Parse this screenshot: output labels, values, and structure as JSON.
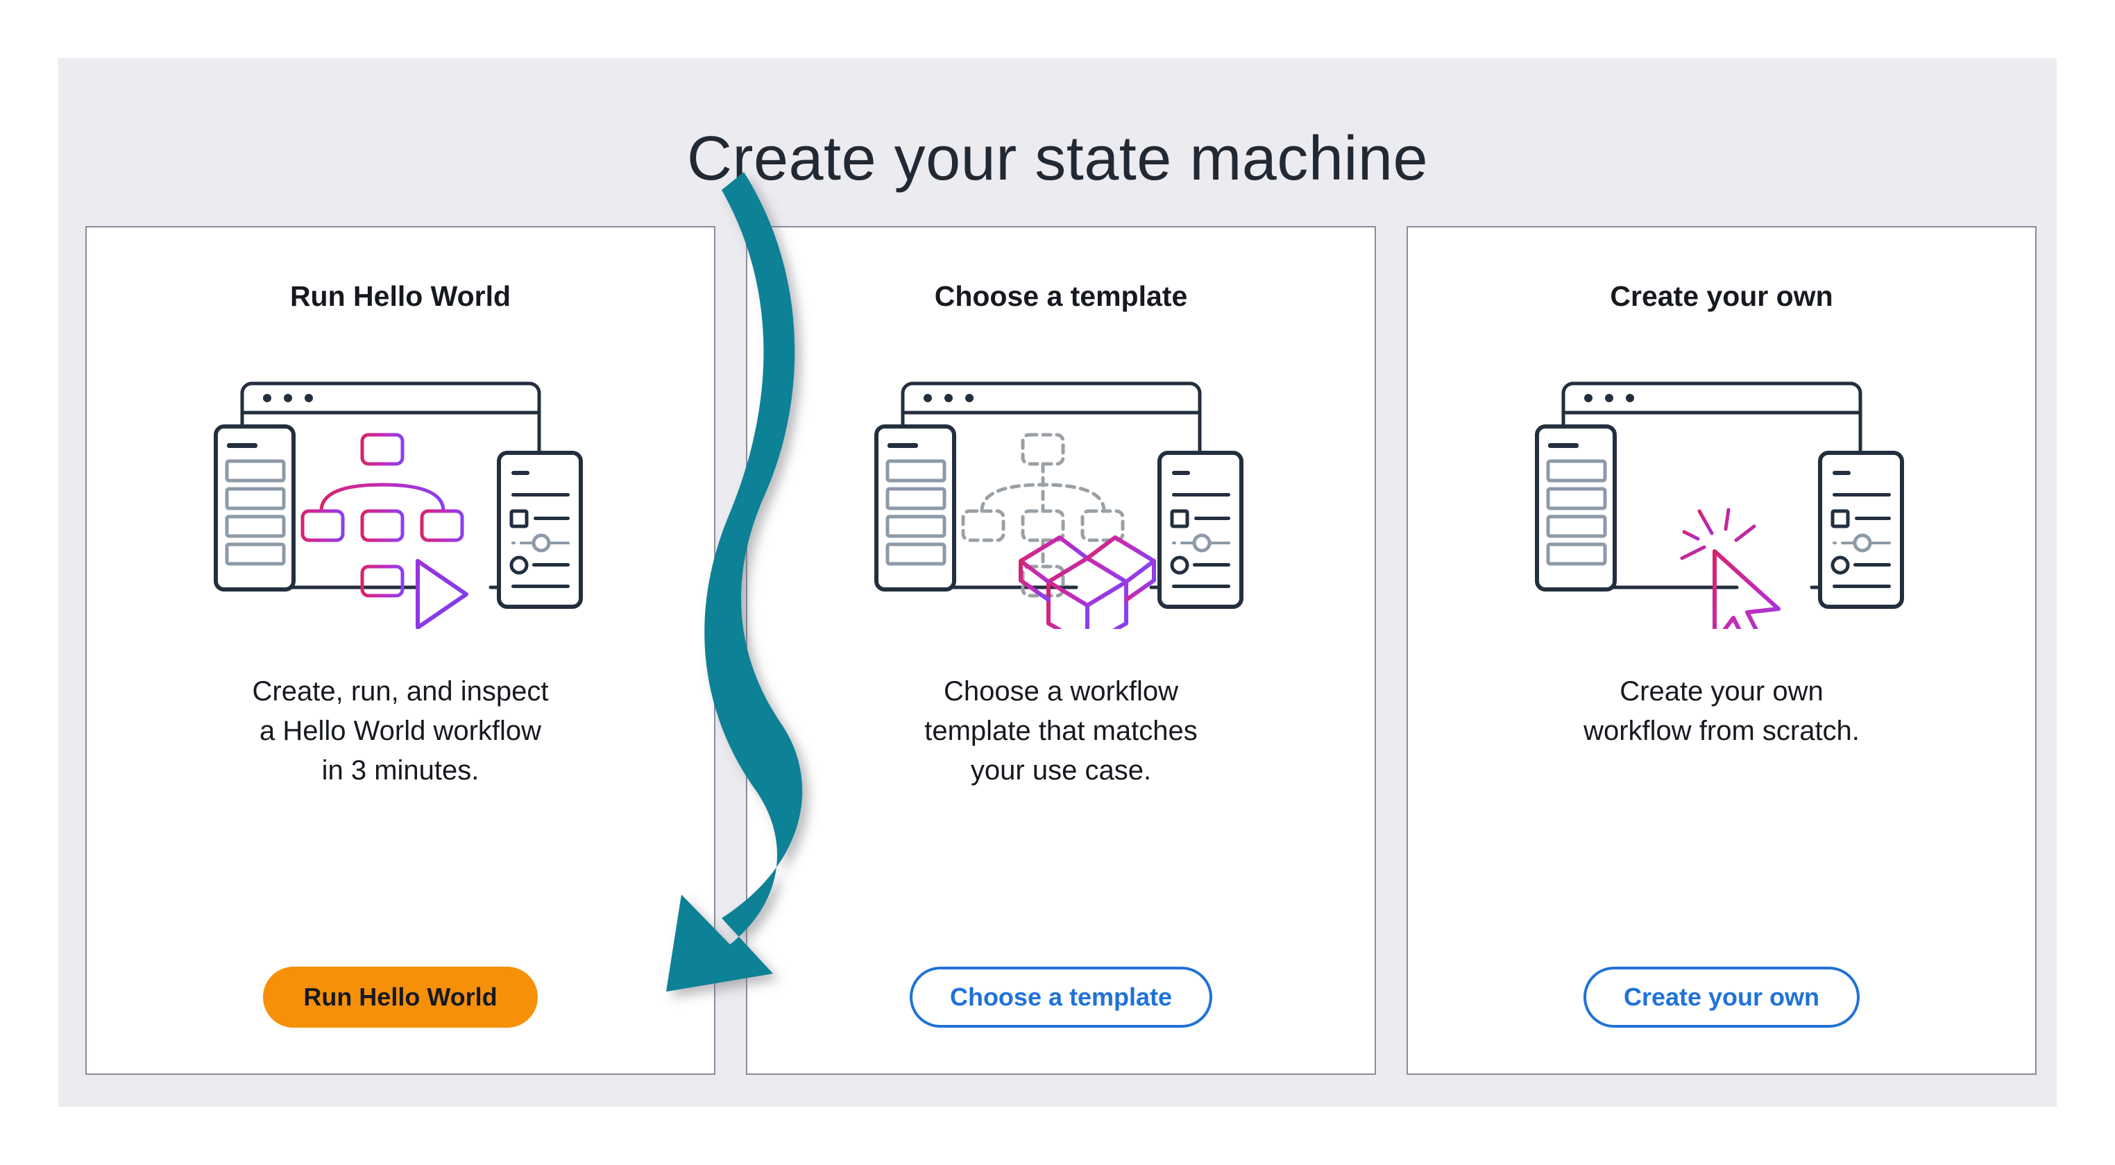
{
  "page": {
    "title": "Create your state machine",
    "background_color": "#ffffff",
    "panel_color": "#ebebf0",
    "card_border_color": "#8d8d99",
    "heading_color": "#16191f",
    "body_color": "#16191f"
  },
  "annotation": {
    "shape": "curved-arrow",
    "color": "#0d8195",
    "points_to": "Run Hello World"
  },
  "colors": {
    "primary_button_bg": "#f79009",
    "primary_button_text": "#16191f",
    "outline_button_border": "#2072d8",
    "outline_button_text": "#2072d8",
    "illustration_ink": "#232f3e",
    "illustration_gray": "#8d9aa8",
    "gradient_pink": "#d6246b",
    "gradient_magenta": "#c42ab8",
    "gradient_purple": "#8b3ff0",
    "dashed_gray": "#9aa0a6"
  },
  "cards": [
    {
      "id": "run-hello-world",
      "title": "Run Hello World",
      "description": "Create, run, and inspect\na Hello World workflow\nin 3 minutes.",
      "button_label": "Run Hello World",
      "button_style": "primary",
      "illustration": "workflow-play-diagram"
    },
    {
      "id": "choose-a-template",
      "title": "Choose a template",
      "description": "Choose a workflow\ntemplate that matches\nyour use case.",
      "button_label": "Choose a template",
      "button_style": "outline",
      "illustration": "dashed-workflow-open-box"
    },
    {
      "id": "create-your-own",
      "title": "Create your own",
      "description": "Create your own\nworkflow from scratch.",
      "button_label": "Create your own",
      "button_style": "outline",
      "illustration": "empty-canvas-cursor-click"
    }
  ]
}
